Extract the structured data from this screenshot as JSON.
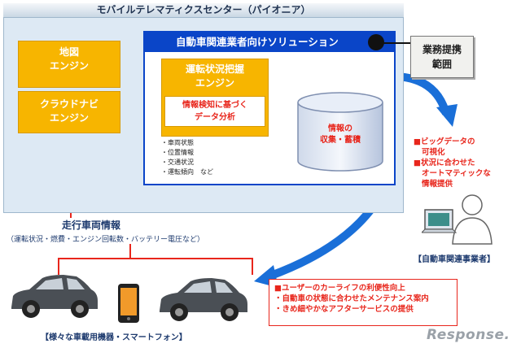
{
  "center_title": "モバイルテレマティクスセンター（パイオニア）",
  "solution_title": "自動車関連業者向けソリューション",
  "scope_label": [
    "業務提携",
    "範囲"
  ],
  "engines": {
    "map": [
      "地図",
      "エンジン"
    ],
    "cloud": [
      "クラウドナビ",
      "エンジン"
    ],
    "driving": [
      "運転状況把握",
      "エンジン"
    ],
    "analysis": [
      "情報検知に基づく",
      "データ分析"
    ]
  },
  "data_items": [
    "・車両状態",
    "・位置情報",
    "・交通状況",
    "・運転傾向　など"
  ],
  "storage_label": [
    "情報の",
    "収集・蓄積"
  ],
  "business_benefits": [
    "■ビッグデータの",
    "可視化",
    "■状況に合わせた",
    "オートマティックな",
    "情報提供"
  ],
  "business_label": "【自動車関連事業者】",
  "vehicle_info": {
    "title": "走行車両情報",
    "detail": "（運転状況・燃費・エンジン回転数・バッテリー電圧など）"
  },
  "user_services": [
    "■ユーザーのカーライフの利便性向上",
    "・自動車の状態に合わせたメンテナンス案内",
    "・きめ細やかなアフターサービスの提供"
  ],
  "devices_label": "【様々な車載用機器・スマートフォン】",
  "watermark": "Response.",
  "colors": {
    "blue": "#0a45c8",
    "orange": "#f7b500",
    "red": "#e8261c",
    "green": "#19a05a",
    "panel": "#dde9f4"
  }
}
